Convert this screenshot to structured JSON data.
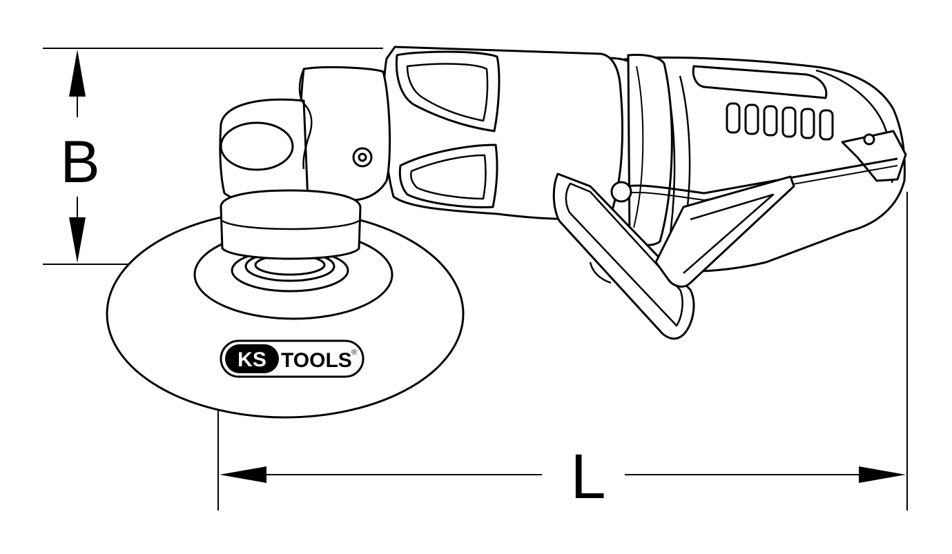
{
  "dimensions": {
    "height_label": "B",
    "length_label": "L"
  },
  "logo": {
    "brand_prefix": "KS",
    "brand_suffix": "TOOLS",
    "registered_mark": "®"
  },
  "colors": {
    "line": "#000000",
    "background": "#ffffff"
  }
}
